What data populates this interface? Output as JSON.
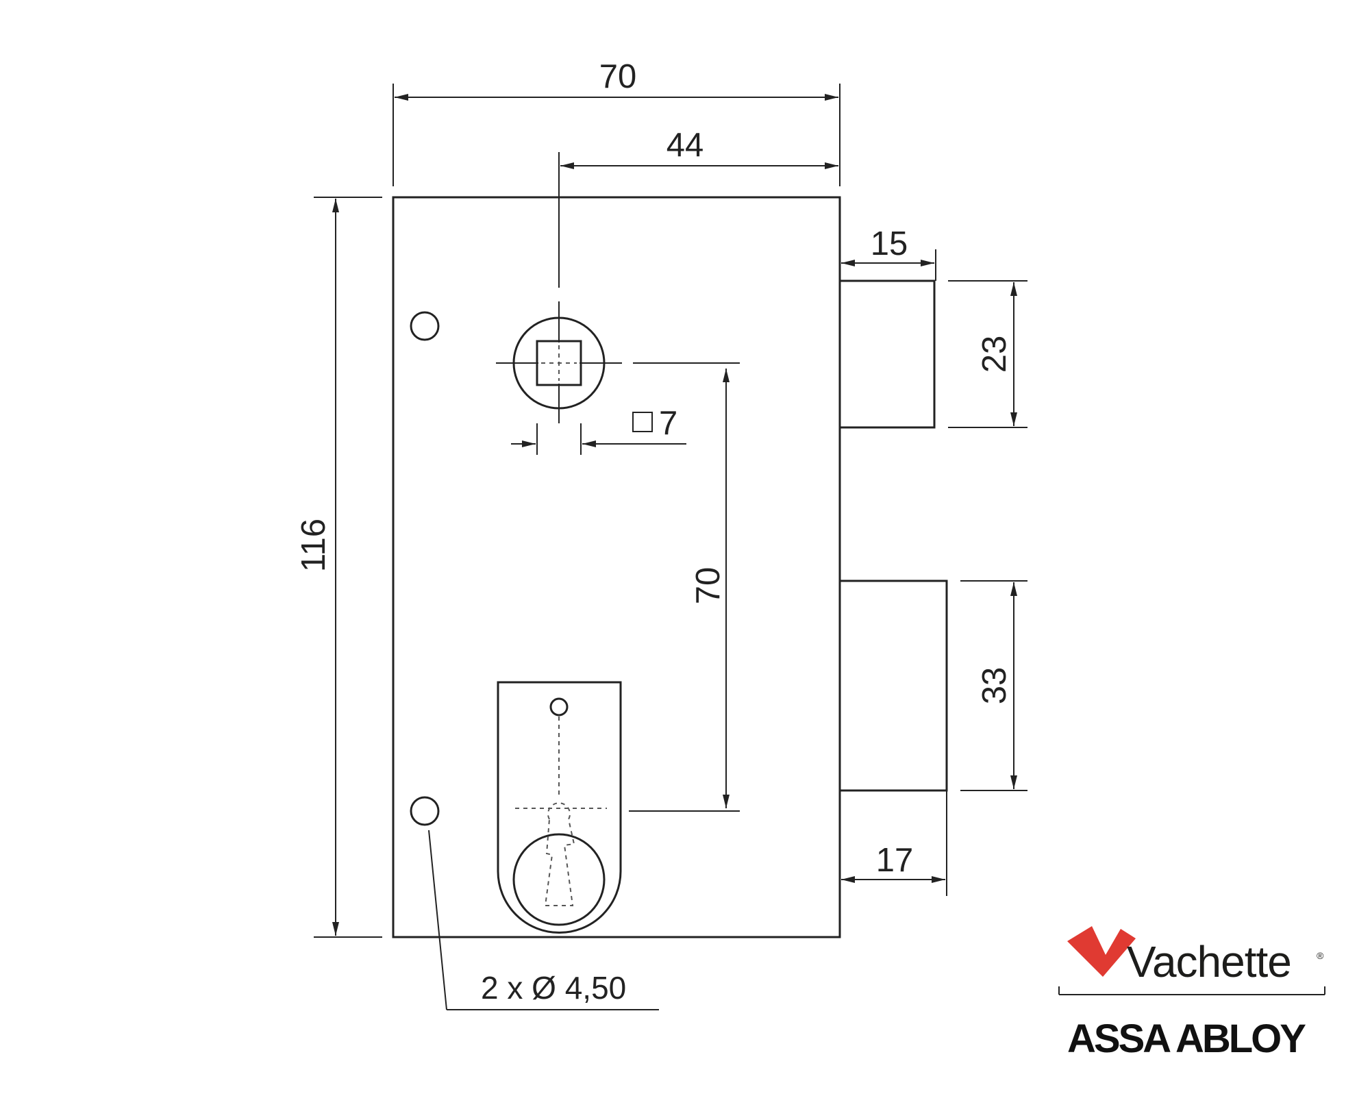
{
  "dimensions": {
    "overall_width": "70",
    "spindle_offset": "44",
    "height": "116",
    "bolt_projection": "15",
    "bolt_height": "23",
    "square_size": "7",
    "center_distance": "70",
    "latch_height": "33",
    "latch_projection": "17"
  },
  "holes_label": "2 x Ø 4,50",
  "brand": {
    "name": "Vachette",
    "registered": "®",
    "parent": "ASSA ABLOY",
    "accent_color": "#e03a32"
  }
}
